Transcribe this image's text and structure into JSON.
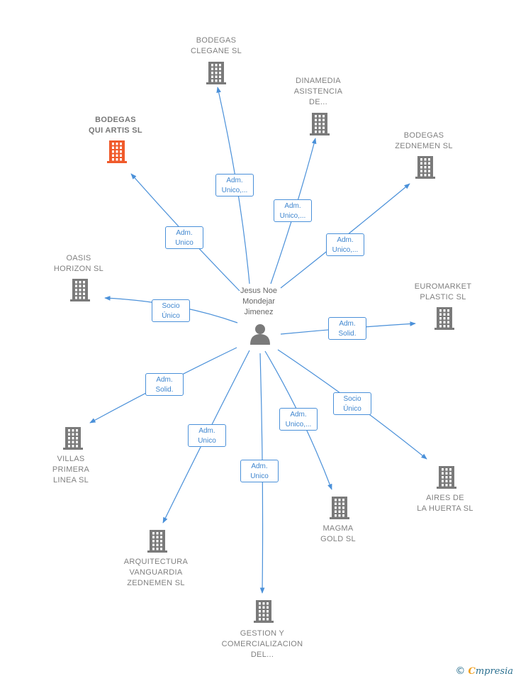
{
  "colors": {
    "edge": "#4a90d9",
    "company": "#7a7a7a",
    "highlight": "#f05a2b",
    "person": "#7a7a7a"
  },
  "center": {
    "label": "Jesus Noe\nMondejar\nJimenez",
    "icon": "person-icon"
  },
  "nodes": [
    {
      "id": "bodegas-clegane",
      "label": "BODEGAS\nCLEGANE  SL",
      "highlight": false,
      "edge_label": "Adm.\nUnico,..."
    },
    {
      "id": "dinamedia",
      "label": "DINAMEDIA\nASISTENCIA\nDE...",
      "highlight": false,
      "edge_label": "Adm.\nUnico,..."
    },
    {
      "id": "bodegas-quiartis",
      "label": "BODEGAS\nQUI ARTIS  SL",
      "highlight": true,
      "edge_label": "Adm.\nUnico"
    },
    {
      "id": "bodegas-zednemen",
      "label": "BODEGAS\nZEDNEMEN  SL",
      "highlight": false,
      "edge_label": "Adm.\nUnico,..."
    },
    {
      "id": "oasis-horizon",
      "label": "OASIS\nHORIZON  SL",
      "highlight": false,
      "edge_label": "Socio\nÚnico"
    },
    {
      "id": "euromarket",
      "label": "EUROMARKET\nPLASTIC  SL",
      "highlight": false,
      "edge_label": "Adm.\nSolid."
    },
    {
      "id": "villas",
      "label": "VILLAS\nPRIMERA\nLINEA  SL",
      "highlight": false,
      "edge_label": "Adm.\nSolid."
    },
    {
      "id": "aires",
      "label": "AIRES DE\nLA HUERTA  SL",
      "highlight": false,
      "edge_label": "Socio\nÚnico"
    },
    {
      "id": "magma",
      "label": "MAGMA\nGOLD  SL",
      "highlight": false,
      "edge_label": "Adm.\nUnico,..."
    },
    {
      "id": "arquitectura",
      "label": "ARQUITECTURA\nVANGUARDIA\nZEDNEMEN  SL",
      "highlight": false,
      "edge_label": "Adm.\nUnico"
    },
    {
      "id": "gestion",
      "label": "GESTION Y\nCOMERCIALIZACION\nDEL...",
      "highlight": false,
      "edge_label": "Adm.\nUnico"
    }
  ],
  "brand": {
    "copyright": "©",
    "first": "C",
    "rest": "mpresia"
  }
}
